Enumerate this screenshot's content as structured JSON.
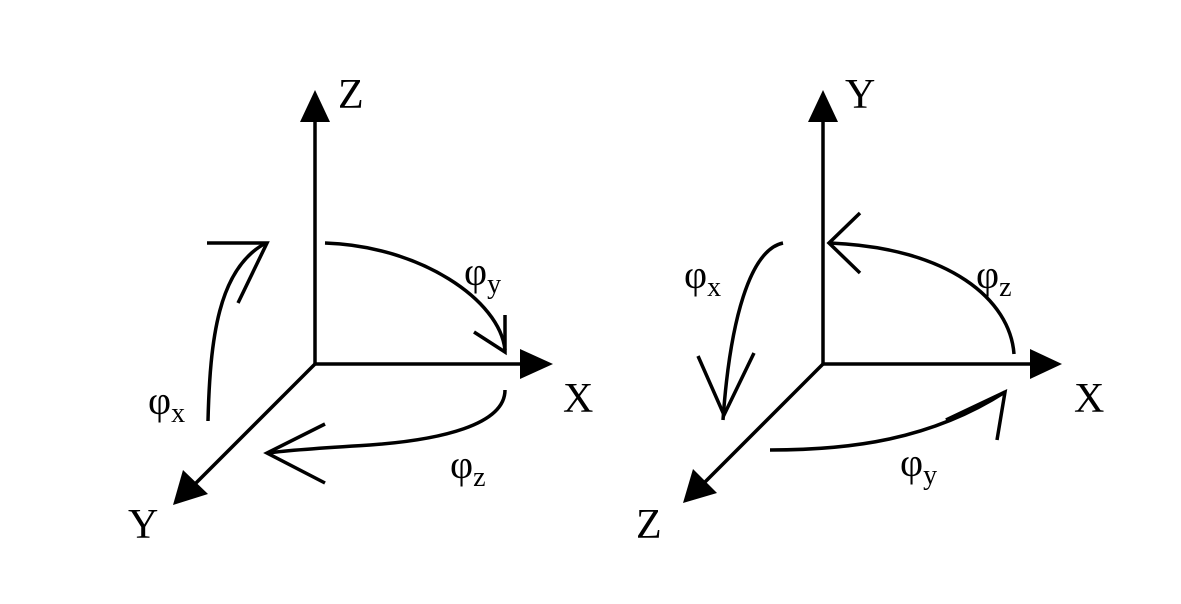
{
  "left_frame": {
    "axes": {
      "vertical": "Z",
      "horizontal": "X",
      "diagonal": "Y"
    },
    "rotations": [
      {
        "symbol": "φ",
        "subscript": "x"
      },
      {
        "symbol": "φ",
        "subscript": "y"
      },
      {
        "symbol": "φ",
        "subscript": "z"
      }
    ]
  },
  "right_frame": {
    "axes": {
      "vertical": "Y",
      "horizontal": "X",
      "diagonal": "Z"
    },
    "rotations": [
      {
        "symbol": "φ",
        "subscript": "x"
      },
      {
        "symbol": "φ",
        "subscript": "z"
      },
      {
        "symbol": "φ",
        "subscript": "y"
      }
    ]
  }
}
